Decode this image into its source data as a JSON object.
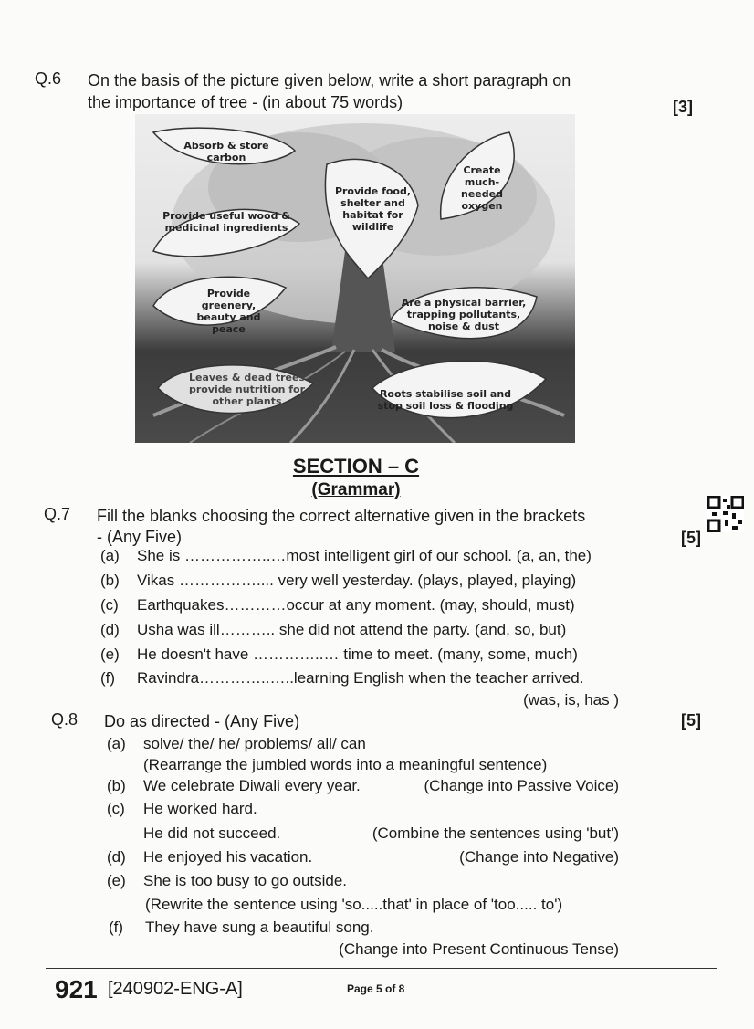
{
  "q6": {
    "number": "Q.6",
    "text_line1": "On the basis of the picture given below, write a short paragraph on",
    "text_line2": "the importance of tree - (in about 75 words)",
    "marks": "[3]",
    "figure": {
      "leaves": [
        {
          "id": "carbon",
          "text": "Absorb & store carbon"
        },
        {
          "id": "oxygen",
          "text": "Create much-needed oxygen"
        },
        {
          "id": "food",
          "text": "Provide food, shelter and habitat for wildlife"
        },
        {
          "id": "wood",
          "text": "Provide useful wood & medicinal ingredients"
        },
        {
          "id": "greenery",
          "text": "Provide greenery, beauty and peace"
        },
        {
          "id": "barrier",
          "text": "Are a physical barrier, trapping pollutants, noise & dust"
        },
        {
          "id": "nutrition",
          "text": "Leaves & dead trees provide nutrition for other plants"
        },
        {
          "id": "roots",
          "text": "Roots stabilise soil and stop soil loss & flooding"
        }
      ]
    }
  },
  "section": {
    "title": "SECTION – C",
    "subtitle": "(Grammar)"
  },
  "q7": {
    "number": "Q.7",
    "text_line1": "Fill the blanks choosing the correct alternative given in the brackets",
    "text_line2": "- (Any Five)",
    "marks": "[5]",
    "items": [
      {
        "label": "(a)",
        "text": "She is ……………..…most intelligent girl of our school. (a, an, the)"
      },
      {
        "label": "(b)",
        "text": "Vikas …………….... very well yesterday. (plays, played, playing)"
      },
      {
        "label": "(c)",
        "text": "Earthquakes…………occur at any moment. (may, should, must)"
      },
      {
        "label": "(d)",
        "text": "Usha was ill……….. she did not attend the party. (and, so, but)"
      },
      {
        "label": "(e)",
        "text": "He doesn't have …………..… time to meet. (many, some, much)"
      },
      {
        "label": "(f)",
        "text": "Ravindra…………..…..learning English when the teacher arrived."
      }
    ],
    "item_f_options": "(was, is, has )"
  },
  "q8": {
    "number": "Q.8",
    "text": "Do as directed - (Any Five)",
    "marks": "[5]",
    "a_label": "(a)",
    "a_text": "solve/ the/ he/ problems/ all/ can",
    "a_instr": "(Rearrange the jumbled words into a meaningful sentence)",
    "b_label": "(b)",
    "b_text": "We celebrate Diwali every year.",
    "b_instr": "(Change into Passive Voice)",
    "c_label": "(c)",
    "c_text1": "He worked hard.",
    "c_text2": "He did not succeed.",
    "c_instr": "(Combine the sentences using 'but')",
    "d_label": "(d)",
    "d_text": "He enjoyed his vacation.",
    "d_instr": "(Change into Negative)",
    "e_label": "(e)",
    "e_text": "She is too busy to go outside.",
    "e_instr": "(Rewrite the sentence using  'so.....that' in place of 'too..... to')",
    "f_label": "(f)",
    "f_text": "They have sung a beautiful song.",
    "f_instr": "(Change into Present Continuous Tense)"
  },
  "footer": {
    "code": "921",
    "paper": "[240902-ENG-A]",
    "page": "Page 5 of 8"
  }
}
